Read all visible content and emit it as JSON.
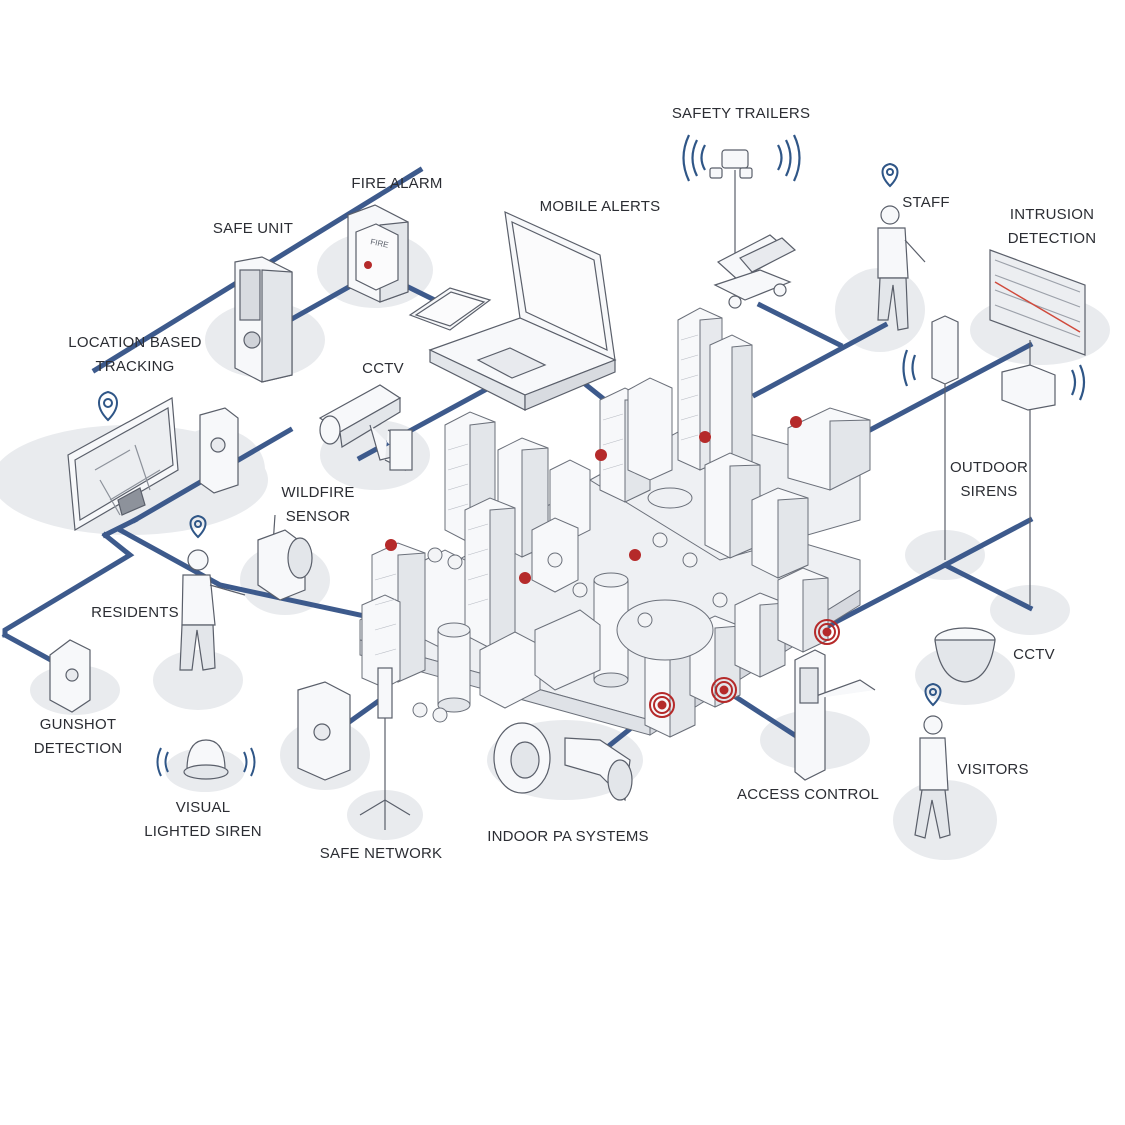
{
  "colors": {
    "network_line": "#3d5a8c",
    "alert_red": "#b52a2a",
    "halo": "#e6e8ec",
    "line_art": "#5a5f6a",
    "building_fill": "#f4f5f7",
    "signal_blue": "#2f5687"
  },
  "labels": {
    "safety_trailers": "SAFETY TRAILERS",
    "fire_alarm": "FIRE ALARM",
    "mobile_alerts": "MOBILE ALERTS",
    "safe_unit": "SAFE UNIT",
    "staff": "STAFF",
    "intrusion_detection_1": "INTRUSION",
    "intrusion_detection_2": "DETECTION",
    "location_tracking_1": "LOCATION BASED",
    "location_tracking_2": "TRACKING",
    "cctv_top": "CCTV",
    "wildfire_1": "WILDFIRE",
    "wildfire_2": "SENSOR",
    "outdoor_sirens_1": "OUTDOOR",
    "outdoor_sirens_2": "SIRENS",
    "residents": "RESIDENTS",
    "cctv_right": "CCTV",
    "gunshot_1": "GUNSHOT",
    "gunshot_2": "DETECTION",
    "visitors": "VISITORS",
    "access_control": "ACCESS CONTROL",
    "visual_siren_1": "VISUAL",
    "visual_siren_2": "LIGHTED SIREN",
    "indoor_pa": "INDOOR PA SYSTEMS",
    "safe_network": "SAFE NETWORK"
  },
  "device_text": {
    "fire_alarm_sign": "FIRE"
  }
}
